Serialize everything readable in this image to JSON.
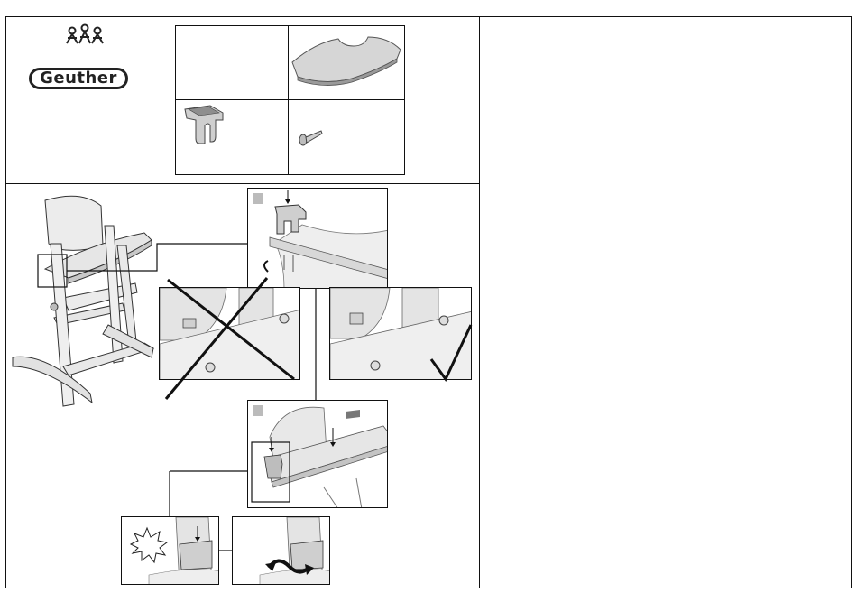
{
  "brand": {
    "name": "Geuther"
  },
  "parts": [
    {
      "name": "tray-empty-cell"
    },
    {
      "name": "tray"
    },
    {
      "name": "clip"
    },
    {
      "name": "screw"
    }
  ],
  "marks": {
    "wrong": "cross",
    "correct": "check"
  },
  "colors": {
    "line": "#111111",
    "part": "#d6d6d6",
    "part_dark": "#9a9a9a",
    "bg": "#ffffff"
  }
}
